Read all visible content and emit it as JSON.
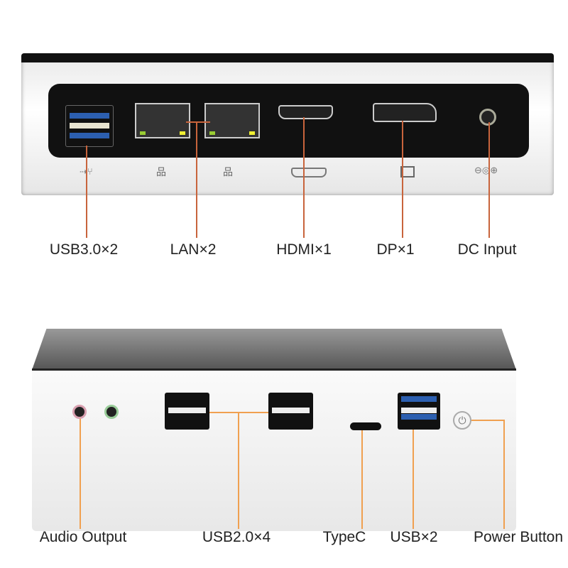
{
  "rear_panel": {
    "labels": [
      "USB3.0×2",
      "LAN×2",
      "HDMI×1",
      "DP×1",
      "DC Input"
    ]
  },
  "front_panel": {
    "labels": [
      "Audio Output",
      "USB2.0×4",
      "TypeC",
      "USB×2",
      "Power Button"
    ]
  },
  "colors": {
    "rear_leader": "#c8643c",
    "front_leader": "#f0a050",
    "usb3_blue": "#2c5fb0"
  }
}
